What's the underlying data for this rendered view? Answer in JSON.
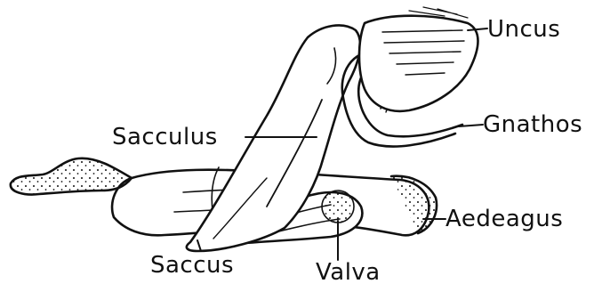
{
  "labels": {
    "uncus": "Uncus",
    "gnathos": "Gnathos",
    "sacculus": "Sacculus",
    "aedeagus": "Aedeagus",
    "saccus": "Saccus",
    "valva": "Valva"
  },
  "colors": {
    "ink": "#111111",
    "background": "#ffffff"
  }
}
